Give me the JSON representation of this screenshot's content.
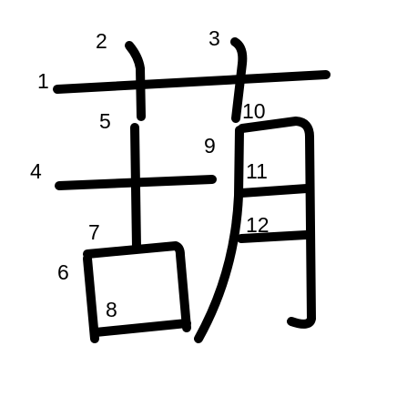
{
  "figure": {
    "character": "葫",
    "stroke_color": "#000000",
    "background": "#ffffff",
    "stroke_numbers": [
      "1",
      "2",
      "3",
      "4",
      "5",
      "6",
      "7",
      "8",
      "9",
      "10",
      "11",
      "12"
    ]
  }
}
